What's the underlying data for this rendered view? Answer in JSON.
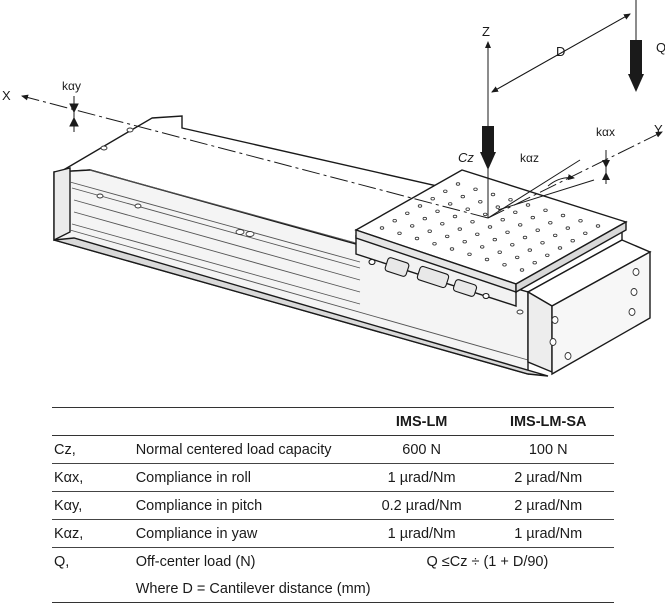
{
  "diagram": {
    "axis_labels": {
      "x": "X",
      "y": "Y",
      "z": "Z",
      "d": "D",
      "q": "Q",
      "cz": "Cz",
      "kay": "kαy",
      "kax": "kαx",
      "kaz": "kαz"
    }
  },
  "table": {
    "headers": [
      "",
      "",
      "IMS-LM",
      "IMS-LM-SA"
    ],
    "rows": [
      {
        "symbol": "Cz,",
        "description": "Normal centered load capacity",
        "a": "600 N",
        "b": "100 N"
      },
      {
        "symbol": "Kαx,",
        "description": "Compliance in roll",
        "a": "1 µrad/Nm",
        "b": "2 µrad/Nm"
      },
      {
        "symbol": "Kαy,",
        "description": "Compliance in pitch",
        "a": "0.2 µrad/Nm",
        "b": "2 µrad/Nm"
      },
      {
        "symbol": "Kαz,",
        "description": "Compliance in yaw",
        "a": "1 µrad/Nm",
        "b": "1 µrad/Nm"
      }
    ],
    "q_row": {
      "symbol": "Q,",
      "description": "Off-center load (N)",
      "formula": "Q ≤Cz ÷ (1 + D/90)"
    },
    "note": "Where D = Cantilever distance (mm)"
  }
}
